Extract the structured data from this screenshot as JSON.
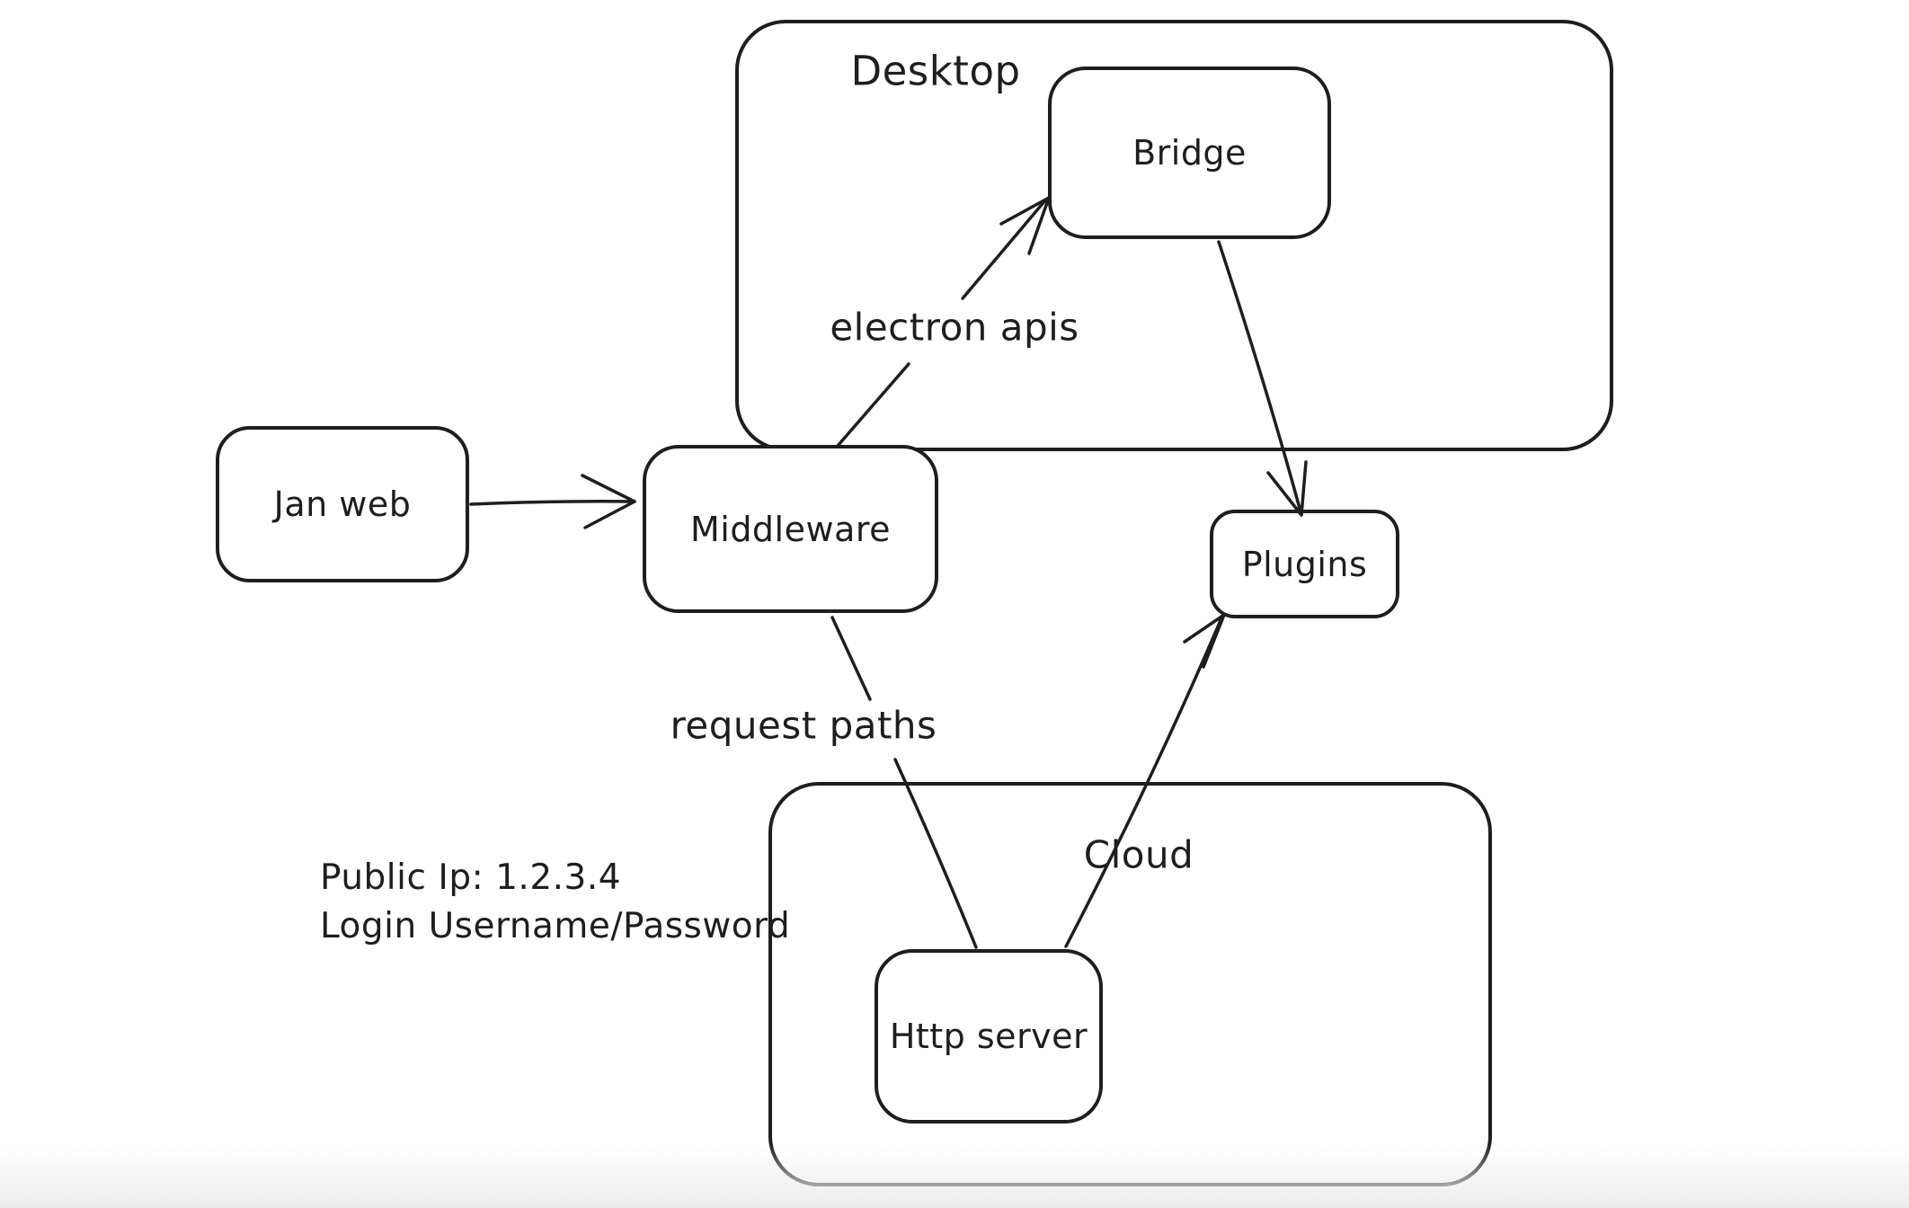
{
  "diagram": {
    "background": "#ffffff",
    "stroke_color": "#1e1e1e",
    "containers": {
      "desktop": {
        "label": "Desktop"
      },
      "cloud": {
        "label": "Cloud"
      }
    },
    "nodes": {
      "jan_web": {
        "label": "Jan web"
      },
      "middleware": {
        "label": "Middleware"
      },
      "bridge": {
        "label": "Bridge"
      },
      "plugins": {
        "label": "Plugins"
      },
      "http_server": {
        "label": "Http server"
      }
    },
    "edges": [
      {
        "from": "Jan web",
        "to": "Middleware",
        "label": "",
        "arrowhead": "end"
      },
      {
        "from": "Middleware",
        "to": "Bridge",
        "label": "electron apis",
        "arrowhead": "end"
      },
      {
        "from": "Bridge",
        "to": "Plugins",
        "label": "",
        "arrowhead": "end"
      },
      {
        "from": "Middleware",
        "to": "Http server",
        "label": "request paths",
        "arrowhead": "none"
      },
      {
        "from": "Http server",
        "to": "Plugins",
        "label": "",
        "arrowhead": "end"
      }
    ],
    "edge_labels": {
      "electron_apis": "electron apis",
      "request_paths": "request paths"
    },
    "annotation": {
      "line1": "Public Ip: 1.2.3.4",
      "line2": "Login Username/Password"
    }
  }
}
